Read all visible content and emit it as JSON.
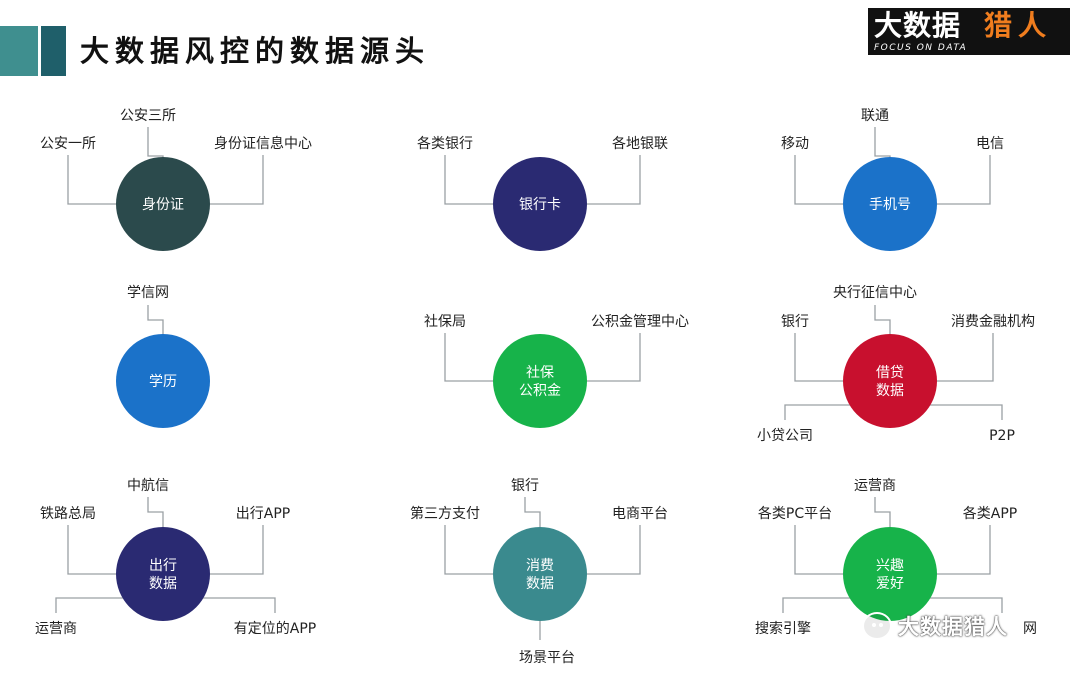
{
  "title": "大数据风控的数据源头",
  "logo": {
    "main": "大数据",
    "accent": "猎人",
    "sub": "FOCUS ON DATA"
  },
  "watermark": "大数据猎人",
  "colors": {
    "dark_teal": "#2b4a4c",
    "navy": "#2a2a72",
    "blue": "#1b72c9",
    "green": "#17b34a",
    "red": "#c8102e",
    "teal": "#3a8a8e",
    "connector": "#9aa0a4",
    "header_light": "#3f8f8f",
    "header_dark": "#1f5f6a",
    "logo_accent": "#f07d1e"
  },
  "nodes": [
    {
      "id": "id-card",
      "center": [
        "身份证"
      ],
      "color": "dark_teal",
      "labels": [
        "公安一所",
        "公安三所",
        "身份证信息中心"
      ]
    },
    {
      "id": "bank-card",
      "center": [
        "银行卡"
      ],
      "color": "navy",
      "labels": [
        "各类银行",
        "各地银联"
      ]
    },
    {
      "id": "phone",
      "center": [
        "手机号"
      ],
      "color": "blue",
      "labels": [
        "移动",
        "联通",
        "电信"
      ]
    },
    {
      "id": "education",
      "center": [
        "学历"
      ],
      "color": "blue",
      "labels": [
        "学信网"
      ]
    },
    {
      "id": "social-security",
      "center": [
        "社保",
        "公积金"
      ],
      "color": "green",
      "labels": [
        "社保局",
        "公积金管理中心"
      ]
    },
    {
      "id": "credit",
      "center": [
        "借贷",
        "数据"
      ],
      "color": "red",
      "labels": [
        "银行",
        "央行征信中心",
        "消费金融机构",
        "小贷公司",
        "P2P"
      ]
    },
    {
      "id": "travel",
      "center": [
        "出行",
        "数据"
      ],
      "color": "navy",
      "labels": [
        "铁路总局",
        "中航信",
        "出行APP",
        "运营商",
        "有定位的APP"
      ]
    },
    {
      "id": "consumption",
      "center": [
        "消费",
        "数据"
      ],
      "color": "teal",
      "labels": [
        "第三方支付",
        "银行",
        "电商平台",
        "场景平台"
      ]
    },
    {
      "id": "interests",
      "center": [
        "兴趣",
        "爱好"
      ],
      "color": "green",
      "labels": [
        "各类PC平台",
        "运营商",
        "各类APP",
        "搜索引擎",
        "网"
      ]
    }
  ]
}
